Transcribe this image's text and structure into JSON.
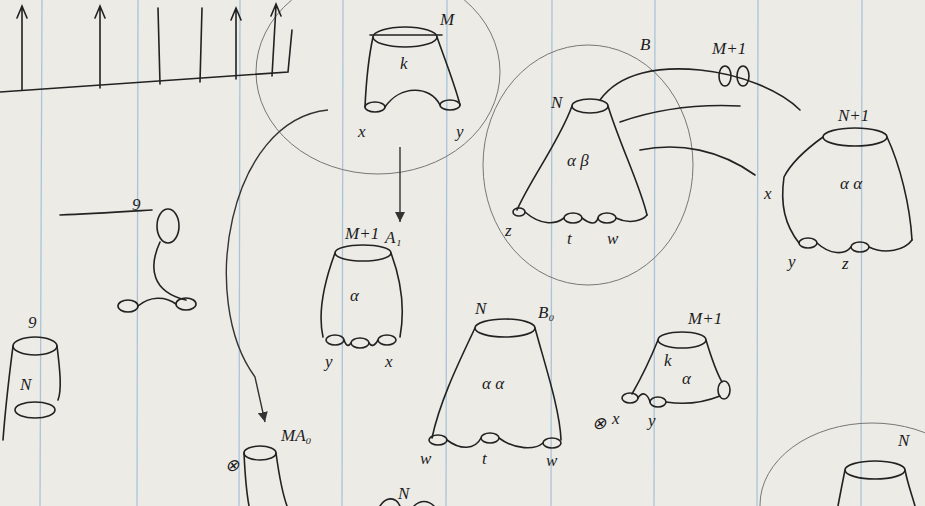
{
  "diagram": {
    "nodes": [
      {
        "text": [
          "M",
          "k",
          "x",
          "y"
        ]
      },
      {
        "text": [
          "M+1",
          "A₁",
          "α",
          "y",
          "x"
        ]
      },
      {
        "text": [
          "N",
          "α β",
          "z",
          "t",
          "w"
        ]
      },
      {
        "text": [
          "N+1",
          "α α",
          "x",
          "y",
          "z"
        ]
      },
      {
        "text": [
          "N",
          "B₀",
          "α α",
          "w",
          "t",
          "w"
        ]
      },
      {
        "text": [
          "M+1",
          "k",
          "α",
          "x",
          "y"
        ]
      },
      {
        "text": [
          "MA₀",
          "⊗"
        ]
      }
    ],
    "edges": [
      {
        "from": 0,
        "to": 1,
        "arrow": "to"
      },
      {
        "from": 0,
        "to": 6,
        "arrow": "to"
      }
    ],
    "labels": [
      "B",
      "M+1",
      "9",
      "9",
      "N",
      "N",
      "N",
      "⊗"
    ]
  }
}
